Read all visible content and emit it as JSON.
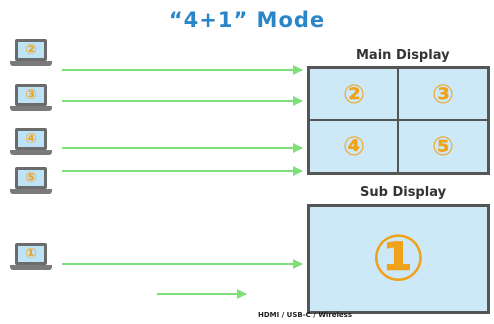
{
  "title": "“4+1” Mode",
  "sources": [
    {
      "label": "②",
      "icon": "laptop-icon"
    },
    {
      "label": "③",
      "icon": "laptop-icon"
    },
    {
      "label": "④",
      "icon": "laptop-icon"
    },
    {
      "label": "⑤",
      "icon": "laptop-icon"
    },
    {
      "label": "①",
      "icon": "laptop-icon"
    }
  ],
  "main_display": {
    "label": "Main Display",
    "cells": [
      "②",
      "③",
      "④",
      "⑤"
    ]
  },
  "sub_display": {
    "label": "Sub Display",
    "content": "①"
  },
  "legend": {
    "label": "HDMI / USB-C / Wireless"
  },
  "colors": {
    "title": "#2a86c9",
    "arrow": "#7fe07a",
    "number": "#f0a21a",
    "display_fill": "#cde8f6"
  }
}
